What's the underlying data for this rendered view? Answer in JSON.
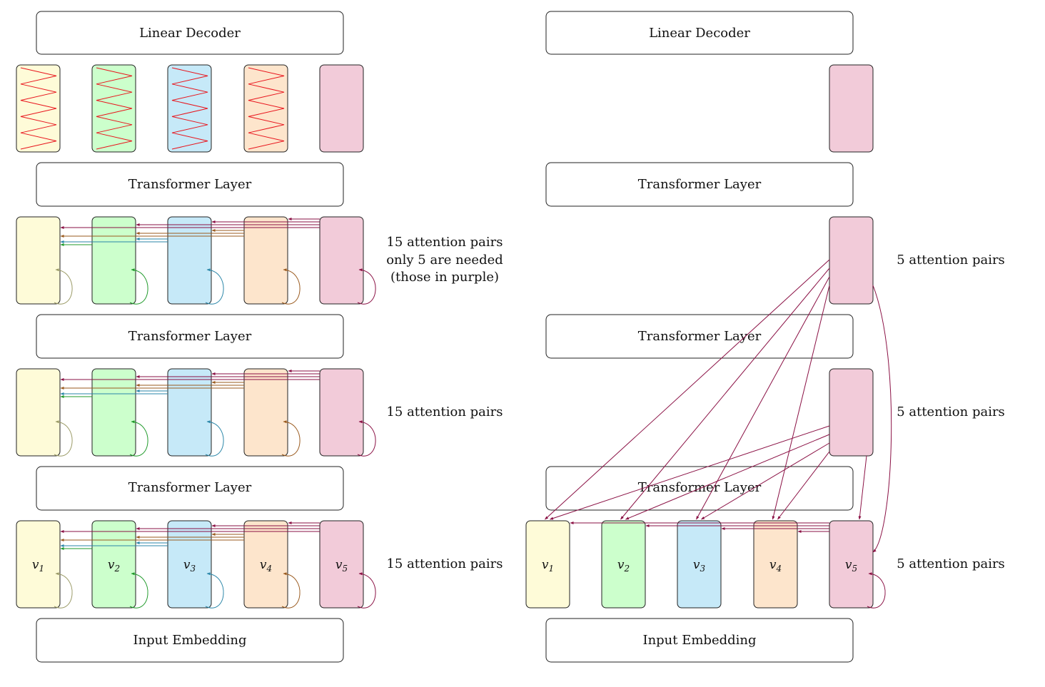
{
  "left": {
    "decoder": "Linear Decoder",
    "layers": [
      "Transformer Layer",
      "Transformer Layer",
      "Transformer Layer"
    ],
    "input": "Input Embedding",
    "vectors": [
      "v",
      "v",
      "v",
      "v",
      "v"
    ],
    "subscripts": [
      "1",
      "2",
      "3",
      "4",
      "5"
    ],
    "annotations": [
      [
        "15 attention pairs",
        "only 5 are needed",
        "(those in purple)"
      ],
      [
        "15 attention pairs"
      ],
      [
        "15 attention pairs"
      ]
    ]
  },
  "right": {
    "decoder": "Linear Decoder",
    "layers": [
      "Transformer Layer",
      "Transformer Layer",
      "Transformer Layer"
    ],
    "input": "Input Embedding",
    "vectors": [
      "v",
      "v",
      "v",
      "v",
      "v"
    ],
    "subscripts": [
      "1",
      "2",
      "3",
      "4",
      "5"
    ],
    "annotations": [
      "5 attention pairs",
      "5 attention pairs",
      "5 attention pairs"
    ]
  },
  "colors": {
    "fills": [
      "#fefbd8",
      "#ccffcc",
      "#c6e9f8",
      "#fde5cc",
      "#f2cbd9"
    ],
    "arrows": [
      "#9a9a66",
      "#1f9a2a",
      "#2a86a8",
      "#9a5a1e",
      "#8a1044"
    ],
    "zigzag": "#e8141c",
    "purple": "#8a1044"
  }
}
